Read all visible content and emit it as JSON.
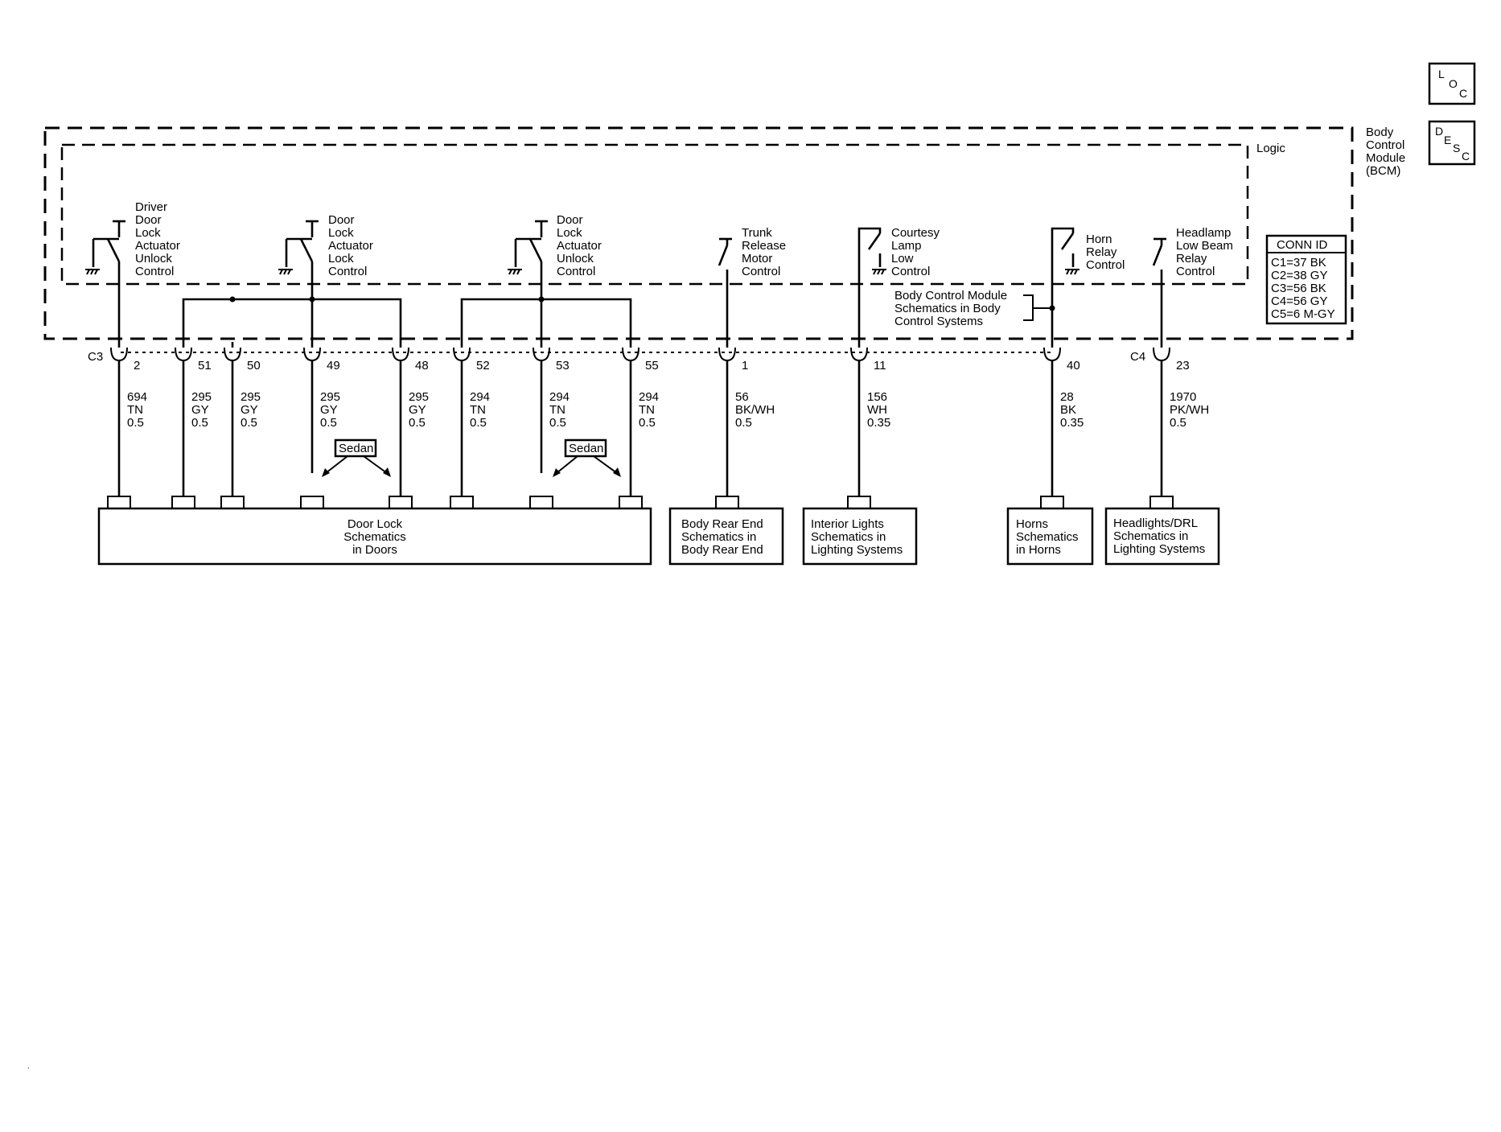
{
  "icons": {
    "loc": "loc-icon",
    "desc": "desc-icon",
    "loc_letters": [
      "L",
      "O",
      "C"
    ],
    "desc_letters": [
      "D",
      "E",
      "S",
      "C"
    ]
  },
  "module": {
    "label_lines": [
      "Body",
      "Control",
      "Module",
      "(BCM)"
    ],
    "logic_label": "Logic"
  },
  "conn_id": {
    "title": "CONN ID",
    "entries": [
      "C1=37 BK",
      "C2=38 GY",
      "C3=56 BK",
      "C4=56 GY",
      "C5=6 M-GY"
    ]
  },
  "reference_note": [
    "Body Control Module",
    "Schematics in Body",
    "Control Systems"
  ],
  "switch_labels": [
    [
      "Driver",
      "Door",
      "Lock",
      "Actuator",
      "Unlock",
      "Control"
    ],
    [
      "Door",
      "Lock",
      "Actuator",
      "Lock",
      "Control"
    ],
    [
      "Door",
      "Lock",
      "Actuator",
      "Unlock",
      "Control"
    ],
    [
      "Trunk",
      "Release",
      "Motor",
      "Control"
    ],
    [
      "Courtesy",
      "Lamp",
      "Low",
      "Control"
    ],
    [
      "Horn",
      "Relay",
      "Control"
    ],
    [
      "Headlamp",
      "Low Beam",
      "Relay",
      "Control"
    ]
  ],
  "connectors": [
    "C3",
    "C4"
  ],
  "pins": [
    "2",
    "51",
    "50",
    "49",
    "48",
    "52",
    "53",
    "55",
    "1",
    "11",
    "40",
    "23"
  ],
  "wires": [
    [
      "694",
      "TN",
      "0.5"
    ],
    [
      "295",
      "GY",
      "0.5"
    ],
    [
      "295",
      "GY",
      "0.5"
    ],
    [
      "295",
      "GY",
      "0.5"
    ],
    [
      "295",
      "GY",
      "0.5"
    ],
    [
      "294",
      "TN",
      "0.5"
    ],
    [
      "294",
      "TN",
      "0.5"
    ],
    [
      "294",
      "TN",
      "0.5"
    ],
    [
      "56",
      "BK/WH",
      "0.5"
    ],
    [
      "156",
      "WH",
      "0.35"
    ],
    [
      "28",
      "BK",
      "0.35"
    ],
    [
      "1970",
      "PK/WH",
      "0.5"
    ]
  ],
  "option_labels": [
    "Sedan",
    "Sedan"
  ],
  "destinations": [
    [
      "Door Lock",
      "Schematics",
      "in Doors"
    ],
    [
      "Body Rear End",
      "Schematics in",
      "Body Rear End"
    ],
    [
      "Interior Lights",
      "Schematics in",
      "Lighting Systems"
    ],
    [
      "Horns",
      "Schematics",
      "in Horns"
    ],
    [
      "Headlights/DRL",
      "Schematics in",
      "Lighting Systems"
    ]
  ],
  "footer_mark": "."
}
